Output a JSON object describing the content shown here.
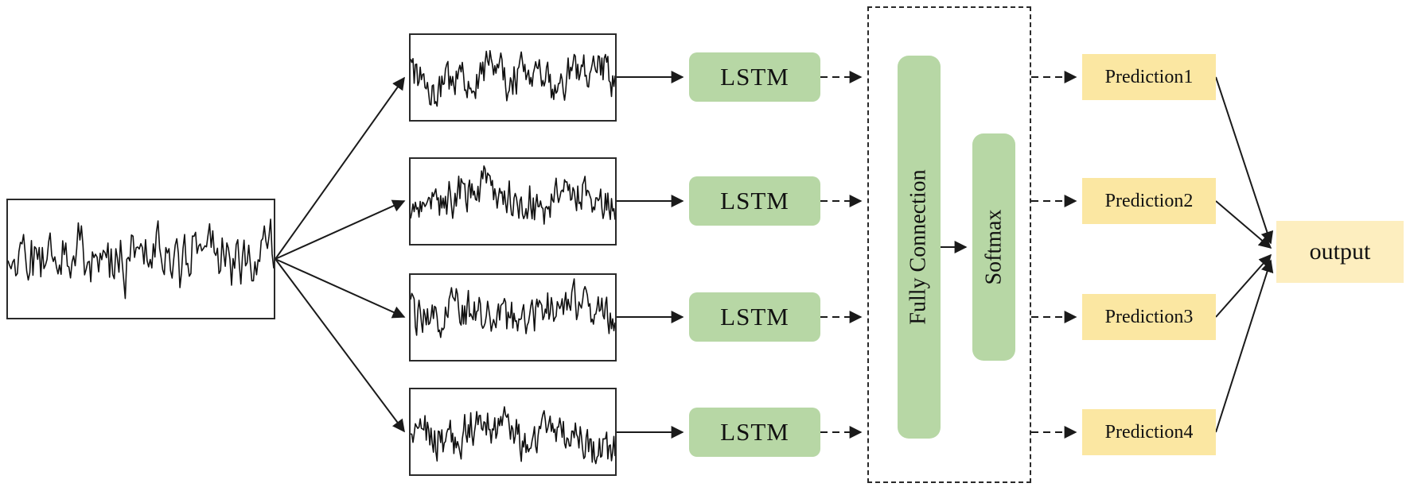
{
  "lstm_nodes": [
    "LSTM",
    "LSTM",
    "LSTM",
    "LSTM"
  ],
  "fully_connection_label": "Fully Connection",
  "softmax_label": "Softmax",
  "predictions": [
    "Prediction1",
    "Prediction2",
    "Prediction3",
    "Prediction4"
  ],
  "output_label": "output",
  "colors": {
    "green": "#b7d7a5",
    "pred_yellow": "#fbe7a2",
    "out_yellow": "#fdeebf",
    "line": "#1a1a1a"
  }
}
